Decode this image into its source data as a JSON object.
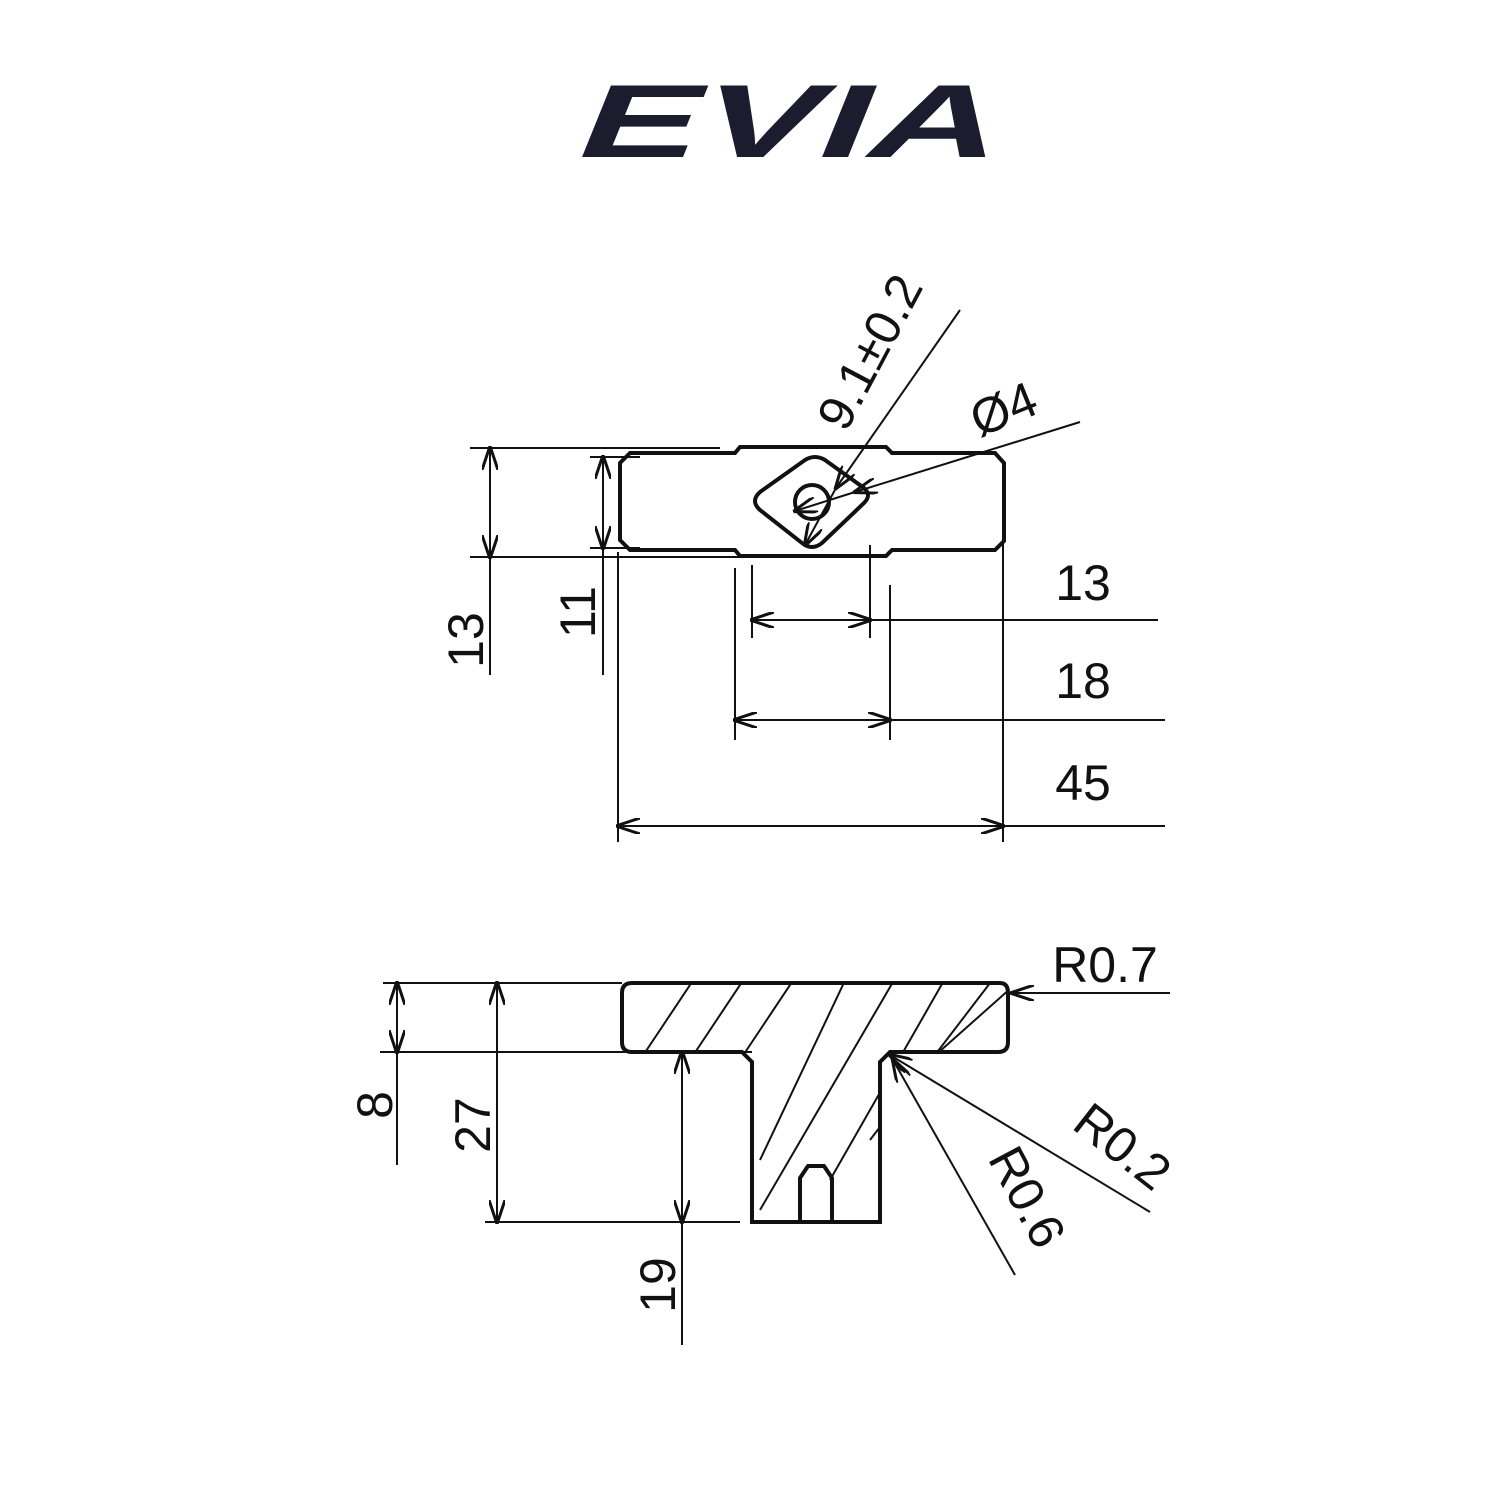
{
  "logo": {
    "text": "EVIA",
    "color": "#1b1c2e"
  },
  "top_view": {
    "diag_label": "9.1±0.2",
    "hole_label": "Ø4",
    "height_outer": "13",
    "height_inner": "11",
    "width_hub_inner": "13",
    "width_hub_outer": "18",
    "width_total": "45"
  },
  "section_view": {
    "radius_top": "R0.7",
    "thickness": "8",
    "total_height": "27",
    "radius_fillet_a": "R0.2",
    "radius_fillet_b": "R0.6",
    "stem_height": "19"
  }
}
